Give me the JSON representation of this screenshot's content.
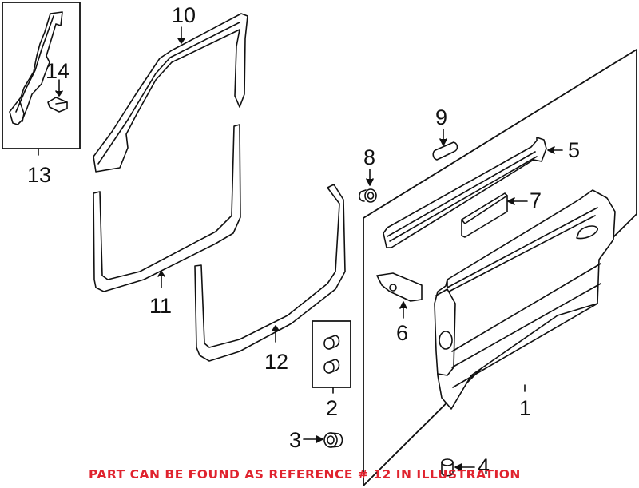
{
  "diagram": {
    "type": "exploded parts diagram",
    "subject": "front door assembly with weatherstrips",
    "parts": [
      {
        "ref": "1",
        "label": "1",
        "name": "door shell"
      },
      {
        "ref": "2",
        "label": "2",
        "name": "plugs (pair, boxed)"
      },
      {
        "ref": "3",
        "label": "3",
        "name": "grommet"
      },
      {
        "ref": "4",
        "label": "4",
        "name": "plug"
      },
      {
        "ref": "5",
        "label": "5",
        "name": "belt weatherstrip"
      },
      {
        "ref": "6",
        "label": "6",
        "name": "bracket"
      },
      {
        "ref": "7",
        "label": "7",
        "name": "pad"
      },
      {
        "ref": "8",
        "label": "8",
        "name": "grommet"
      },
      {
        "ref": "9",
        "label": "9",
        "name": "bumper"
      },
      {
        "ref": "10",
        "label": "10",
        "name": "upper door frame weatherstrip"
      },
      {
        "ref": "11",
        "label": "11",
        "name": "body-side weatherstrip"
      },
      {
        "ref": "12",
        "label": "12",
        "name": "door-side weatherstrip"
      },
      {
        "ref": "13",
        "label": "13",
        "name": "pillar trim assembly (boxed)"
      },
      {
        "ref": "14",
        "label": "14",
        "name": "clip"
      }
    ],
    "footer_note": "PART CAN BE FOUND AS REFERENCE # 12 IN ILLUSTRATION",
    "colors": {
      "line": "#111111",
      "note": "#e0232e",
      "background": "#ffffff"
    }
  }
}
